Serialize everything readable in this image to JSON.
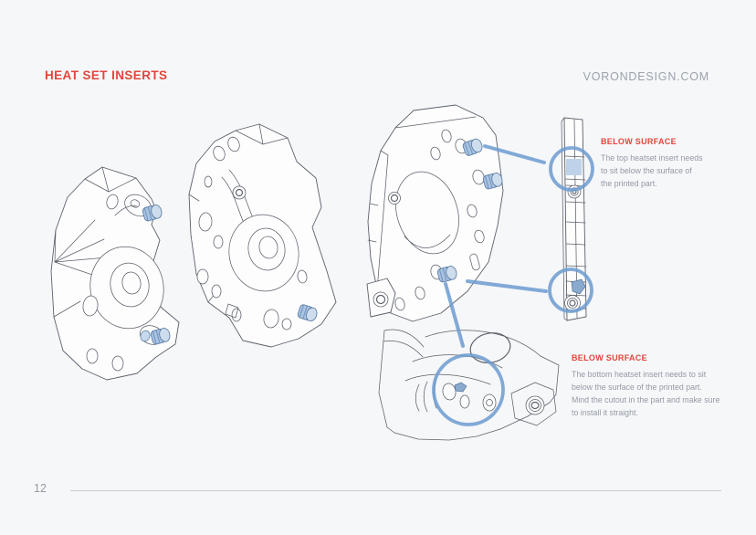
{
  "page": {
    "title": "HEAT SET INSERTS",
    "website": "VORONDESIGN.COM",
    "number": "12"
  },
  "callouts": {
    "top": {
      "heading": "BELOW SURFACE",
      "lines": [
        "The top heatset insert needs",
        "to sit below the surface of",
        "the printed part."
      ]
    },
    "bottom": {
      "heading": "BELOW SURFACE",
      "lines": [
        "The bottom heatset insert needs to sit",
        "below the surface of the printed part.",
        "Mind the cutout in the part and make sure",
        "to install it straight."
      ]
    }
  },
  "illustration": {
    "description": "Technical line drawings of 3D printed motor mount parts showing blue heat set insert locations",
    "insert_icon": "heatset-insert-icon",
    "highlight_icons": [
      "callout-circle",
      "callout-line"
    ]
  },
  "colors": {
    "accent_red": "#e2463d",
    "text_gray": "#939aa4",
    "site_gray": "#9ba2ac",
    "line_gray": "#5b6069",
    "rule_gray": "#c9ccd2",
    "background": "#f6f7f9",
    "plate_fill": "#fdfdfe",
    "callout_blue": "#6c9bd0",
    "insert_light": "#cddded",
    "insert_mid": "#a9c3e2",
    "insert_dark": "#54779f",
    "insert_stripe": "#7795bd",
    "highlight_blue": "#bed3e9"
  }
}
